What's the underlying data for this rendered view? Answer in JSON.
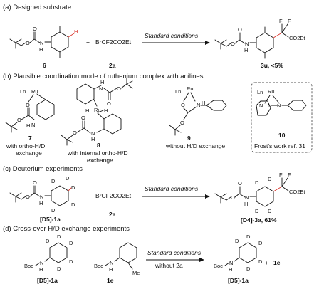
{
  "sections": {
    "a": {
      "caption": "(a) Designed substrate"
    },
    "b": {
      "caption": "(b) Plausible coordination mode of ruthenium complex with anilines"
    },
    "c": {
      "caption": "(c) Deuterium experiments"
    },
    "d": {
      "caption": "(d) Cross-over H/D exchange experiments"
    }
  },
  "compounds": {
    "c6": "6",
    "c2a": "2a",
    "c3u": "3u, <5%",
    "c7": "7",
    "c8": "8",
    "c9": "9",
    "c10": "10",
    "c1a_d5": "[D5]-1a",
    "c3a_d4": "[D4]-3a, 61%",
    "c1e": "1e"
  },
  "reagents": {
    "brcf2co2et": "BrCF2CO2Et",
    "plus": "+"
  },
  "conditions": {
    "standard": "Standard conditions",
    "without_2a": "without 2a"
  },
  "notes": {
    "n7_line1": "with ortho-H/D",
    "n7_line2": "exchange",
    "n8_line1": "with internal ortho-H/D",
    "n8_line2": "exchange",
    "n9": "without H/D exchange",
    "n10": "Frost's  work ref. 31"
  },
  "atoms": {
    "O": "O",
    "N": "N",
    "H": "H",
    "D": "D",
    "F": "F",
    "Ru": "Ru",
    "Ln": "Ln",
    "Boc": "Boc",
    "Me": "Me",
    "CO2Et": "CO2Et"
  },
  "colors": {
    "highlight_bond": "#d9342b",
    "text": "#111111",
    "box_border": "#555555"
  }
}
